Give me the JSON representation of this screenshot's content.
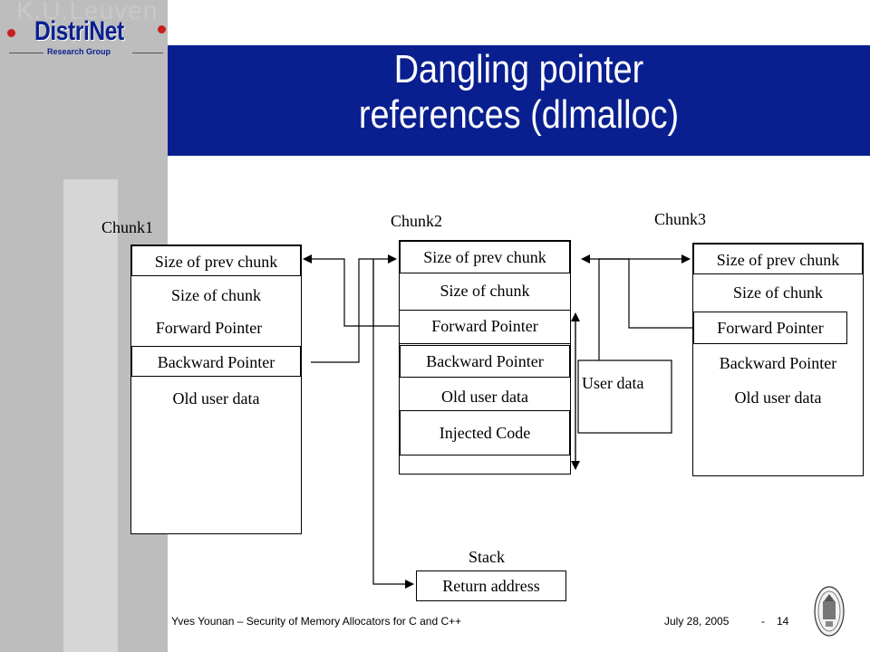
{
  "header": {
    "university": "K.U.Leuven",
    "logo_text": "DistriNet",
    "logo_sub": "Research Group",
    "title_line1": "Dangling pointer",
    "title_line2": "references (dlmalloc)"
  },
  "diagram": {
    "chunk1": {
      "label": "Chunk1",
      "fields": [
        "Size of prev chunk",
        "Size of chunk",
        "Forward Pointer",
        "Backward Pointer",
        "Old user data"
      ]
    },
    "chunk2": {
      "label": "Chunk2",
      "fields": [
        "Size of prev chunk",
        "Size of chunk",
        "Forward Pointer",
        "Backward Pointer",
        "Old user data",
        "Injected Code"
      ]
    },
    "chunk3": {
      "label": "Chunk3",
      "fields": [
        "Size of prev chunk",
        "Size of chunk",
        "Forward Pointer",
        "Backward Pointer",
        "Old user data"
      ]
    },
    "user_data_label": "User data",
    "stack": {
      "label": "Stack",
      "field": "Return address"
    }
  },
  "footer": {
    "author_text": "Yves Younan – Security of Memory Allocators for C and C++",
    "date": "July 28, 2005",
    "separator": "-",
    "page_number": "14"
  },
  "colors": {
    "banner": "#0a1f8f",
    "sidebar": "#bdbdbd",
    "logo_accent": "#c81e1e"
  }
}
